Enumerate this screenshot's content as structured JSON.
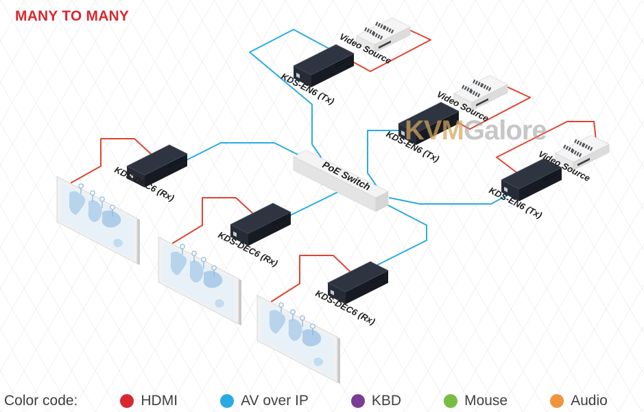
{
  "title": "MANY TO MANY",
  "colors": {
    "title": "#d7282f",
    "hdmi_line": "#e0432e",
    "av_line": "#29abe2",
    "watermark_kvm": "#d5a75f",
    "watermark_galore": "#9b9b9b"
  },
  "watermark": {
    "part1": "KVM",
    "part2": "Galore"
  },
  "diagram": {
    "video_source_label": "Video Source",
    "encoder_label": "KDS-EN6 (Tx)",
    "decoder_label": "KDS-DEC6 (Rx)",
    "switch_label": "PoE Switch"
  },
  "legend": {
    "label": "Color code:",
    "items": [
      {
        "name": "HDMI",
        "color": "#d7282f"
      },
      {
        "name": "AV over IP",
        "color": "#29abe2"
      },
      {
        "name": "KBD",
        "color": "#7a3d97"
      },
      {
        "name": "Mouse",
        "color": "#77bc43"
      },
      {
        "name": "Audio",
        "color": "#f0953c"
      }
    ]
  }
}
